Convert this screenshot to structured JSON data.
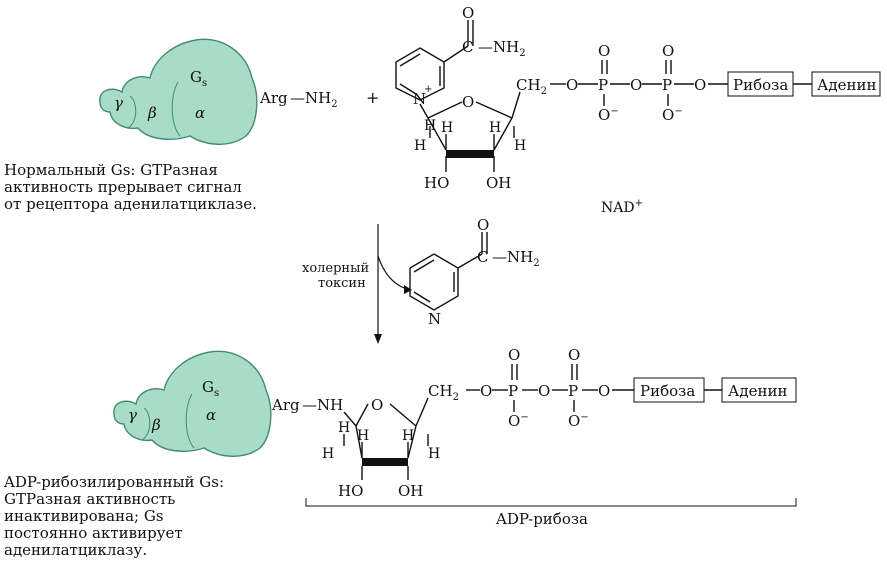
{
  "top": {
    "protein": {
      "gamma": "γ",
      "beta": "β",
      "alpha": "α",
      "g_label": "G",
      "g_sub": "s",
      "arg": "Arg",
      "nh2": "—NH",
      "nh2_sub": "2"
    },
    "plus": "+",
    "nicotinamide": {
      "o": "O",
      "c": "C",
      "nh2": "—NH",
      "sub2": "2",
      "n_plus": "N",
      "plus_charge": "+"
    },
    "ribose": {
      "ring_o": "O",
      "h": "H",
      "ho": "HO",
      "oh": "OH",
      "ch2": "CH",
      "ch2_sub": "2"
    },
    "phosphates": {
      "o": "O",
      "p": "P",
      "o_minus": "O",
      "minus": "−"
    },
    "boxes": {
      "riboza": "Рибоза",
      "adenin": "Аденин"
    },
    "nad_label": "NAD",
    "nad_charge": "+"
  },
  "caption_top": "Нормальный Gs: GTPазная\nактивность прерывает сигнал\nот рецептора аденилатциклазе.",
  "toxin": {
    "line1": "холерный",
    "line2": "токсин"
  },
  "free_nicotinamide": {
    "o": "O",
    "c": "C",
    "nh2": "—NH",
    "sub2": "2",
    "n": "N"
  },
  "bottom": {
    "arg": "Arg",
    "nh": "—NH",
    "ring_o": "O",
    "h": "H",
    "ho": "HO",
    "oh": "OH",
    "ch2": "CH",
    "ch2_sub": "2",
    "boxes": {
      "riboza": "Рибоза",
      "adenin": "Аденин"
    },
    "adp_label": "ADP-рибоза"
  },
  "caption_bottom": "ADP-рибозилированный Gs:\nGTPазная активность\nинактивирована; Gs\nпостоянно активирует\nаденилатциклазу."
}
